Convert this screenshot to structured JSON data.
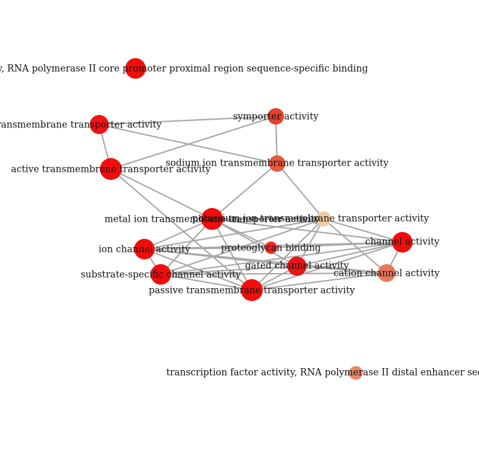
{
  "graph": {
    "nodes": [
      {
        "id": "tf_core",
        "label": "transcription factor activity, RNA polymerase II core promoter proximal region sequence-specific binding",
        "color": "#f20d0d"
      },
      {
        "id": "secondary_active",
        "label": "secondary active transmembrane transporter activity",
        "color": "#f01414"
      },
      {
        "id": "symporter",
        "label": "symporter activity",
        "color": "#e8402c"
      },
      {
        "id": "sodium_ion",
        "label": "sodium ion transmembrane transporter activity",
        "color": "#e65a3e"
      },
      {
        "id": "active_trans",
        "label": "active transmembrane transporter activity",
        "color": "#f20d0d"
      },
      {
        "id": "metal_ion",
        "label": "metal ion transmembrane transporter activity",
        "color": "#f20d0d"
      },
      {
        "id": "potassium_ion",
        "label": "potassium ion transmembrane transporter activity",
        "color": "#f0cba0"
      },
      {
        "id": "ion_channel",
        "label": "ion channel activity",
        "color": "#f20d0d"
      },
      {
        "id": "proteoglycan",
        "label": "proteoglycan binding",
        "color": "#ec2a1e"
      },
      {
        "id": "channel",
        "label": "channel activity",
        "color": "#f20d0d"
      },
      {
        "id": "gated_channel",
        "label": "gated channel activity",
        "color": "#ec1414"
      },
      {
        "id": "substrate_channel",
        "label": "substrate-specific channel activity",
        "color": "#f20d0d"
      },
      {
        "id": "cation_channel",
        "label": "cation channel activity",
        "color": "#e8785a"
      },
      {
        "id": "passive_trans",
        "label": "passive transmembrane transporter activity",
        "color": "#f20d0d"
      },
      {
        "id": "tf_distal",
        "label": "transcription factor activity, RNA polymerase II distal enhancer sequence-specific binding",
        "color": "#e8886a"
      }
    ],
    "edges": [
      [
        "secondary_active",
        "symporter"
      ],
      [
        "secondary_active",
        "sodium_ion"
      ],
      [
        "secondary_active",
        "active_trans"
      ],
      [
        "symporter",
        "active_trans"
      ],
      [
        "symporter",
        "sodium_ion"
      ],
      [
        "sodium_ion",
        "metal_ion"
      ],
      [
        "sodium_ion",
        "potassium_ion"
      ],
      [
        "active_trans",
        "metal_ion"
      ],
      [
        "active_trans",
        "passive_trans"
      ],
      [
        "metal_ion",
        "potassium_ion"
      ],
      [
        "metal_ion",
        "ion_channel"
      ],
      [
        "metal_ion",
        "substrate_channel"
      ],
      [
        "metal_ion",
        "passive_trans"
      ],
      [
        "metal_ion",
        "gated_channel"
      ],
      [
        "metal_ion",
        "channel"
      ],
      [
        "metal_ion",
        "proteoglycan"
      ],
      [
        "potassium_ion",
        "ion_channel"
      ],
      [
        "potassium_ion",
        "passive_trans"
      ],
      [
        "potassium_ion",
        "gated_channel"
      ],
      [
        "potassium_ion",
        "cation_channel"
      ],
      [
        "potassium_ion",
        "channel"
      ],
      [
        "potassium_ion",
        "substrate_channel"
      ],
      [
        "ion_channel",
        "channel"
      ],
      [
        "ion_channel",
        "gated_channel"
      ],
      [
        "ion_channel",
        "substrate_channel"
      ],
      [
        "ion_channel",
        "passive_trans"
      ],
      [
        "ion_channel",
        "cation_channel"
      ],
      [
        "ion_channel",
        "proteoglycan"
      ],
      [
        "channel",
        "gated_channel"
      ],
      [
        "channel",
        "substrate_channel"
      ],
      [
        "channel",
        "passive_trans"
      ],
      [
        "channel",
        "cation_channel"
      ],
      [
        "gated_channel",
        "substrate_channel"
      ],
      [
        "gated_channel",
        "passive_trans"
      ],
      [
        "gated_channel",
        "cation_channel"
      ],
      [
        "substrate_channel",
        "passive_trans"
      ],
      [
        "substrate_channel",
        "cation_channel"
      ],
      [
        "passive_trans",
        "cation_channel"
      ],
      [
        "proteoglycan",
        "channel"
      ]
    ]
  }
}
